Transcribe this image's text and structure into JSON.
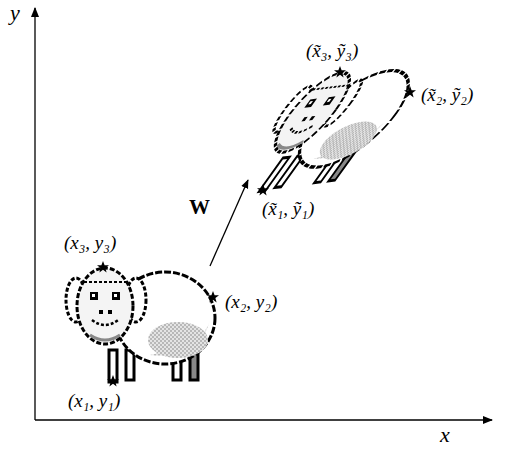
{
  "diagram": {
    "labels": [
      "y",
      "x",
      "(x̃₃, ỹ₃)",
      "(x̃₂, ỹ₂)",
      "W",
      "(x̃₁, ỹ₁)",
      "(x₃, y₃)",
      "(x₂, y₂)",
      "(x₁, y₁)"
    ]
  }
}
